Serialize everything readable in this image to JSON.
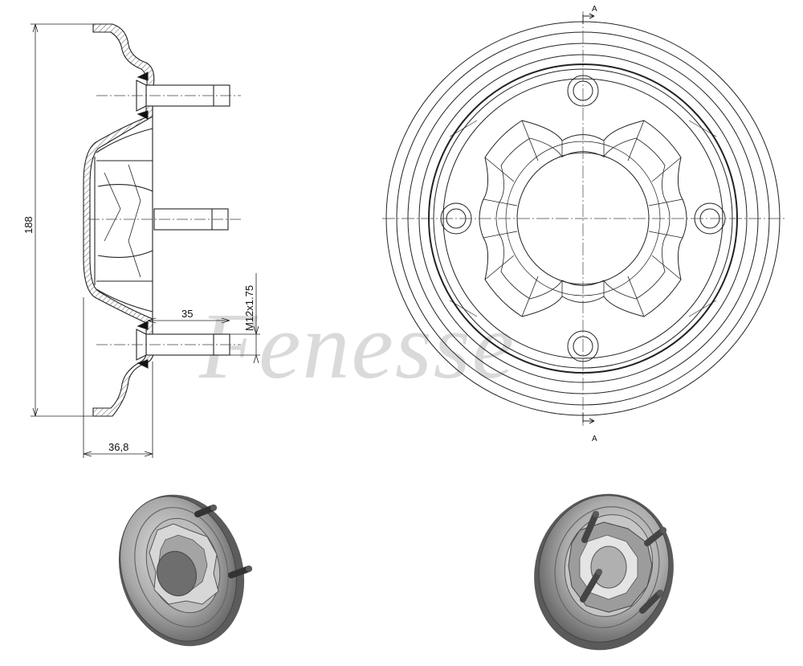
{
  "watermark": "Fenesse",
  "dimensions": {
    "height": "188",
    "depth": "36,8",
    "stud_length": "35",
    "thread": "M12x1.75"
  },
  "section_marks": {
    "top": "A",
    "bottom": "A"
  },
  "colors": {
    "line": "#222222",
    "center_line": "#444444",
    "render_dark": "#6e6e6e",
    "render_mid": "#9a9a9a",
    "render_light": "#d4d4d4"
  }
}
